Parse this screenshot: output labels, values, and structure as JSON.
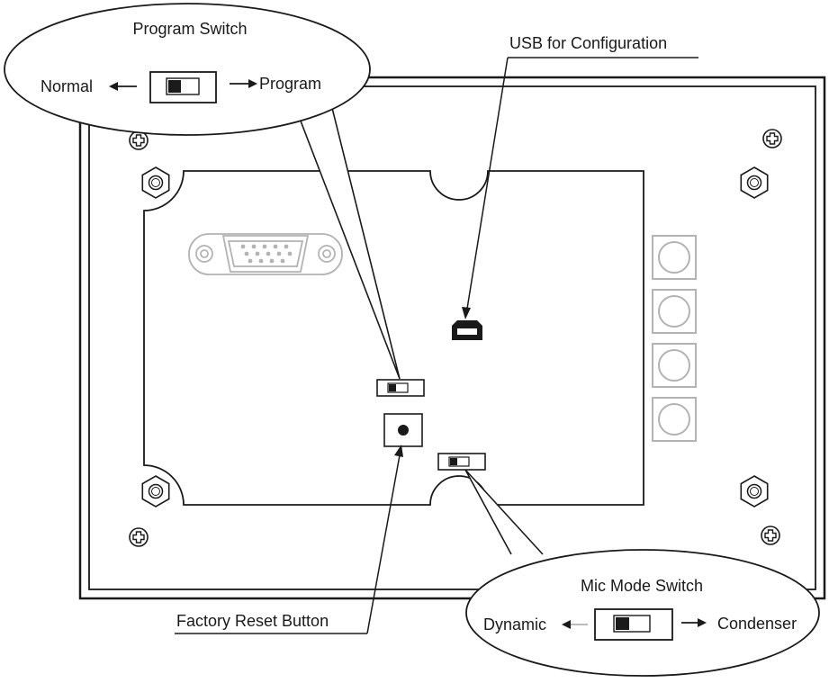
{
  "callouts": {
    "program_switch": {
      "title": "Program Switch",
      "left_label": "Normal",
      "right_label": "Program"
    },
    "usb": {
      "label": "USB for Configuration"
    },
    "factory_reset": {
      "label": "Factory Reset Button"
    },
    "mic_mode_switch": {
      "title": "Mic Mode Switch",
      "left_label": "Dynamic",
      "right_label": "Condenser"
    }
  },
  "colors": {
    "line": "#1a1a1a",
    "gray_part": "#b3b3b3"
  },
  "icons": [
    "screw-plus-icon",
    "hex-nut-icon",
    "vga-connector-icon",
    "usb-port-icon",
    "slide-switch-icon",
    "push-button-icon",
    "arrow-left-icon",
    "arrow-right-icon"
  ]
}
